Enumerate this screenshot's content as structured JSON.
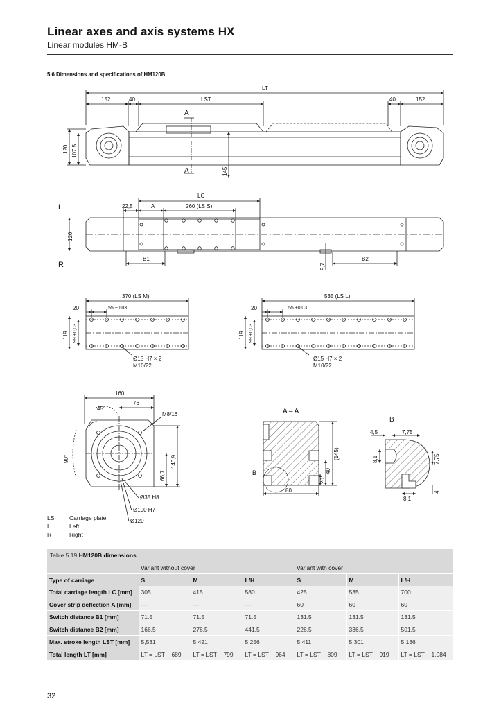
{
  "header": {
    "title": "Linear axes and axis systems HX",
    "subtitle": "Linear modules HM-B"
  },
  "section_title": "5.6 Dimensions and specifications of HM120B",
  "drawing_labels": {
    "top_view": {
      "LT": "LT",
      "LST": "LST",
      "d152a": "152",
      "d40a": "40",
      "d40b": "40",
      "d152b": "152",
      "d120": "120",
      "d107": "107,5",
      "d145": "145",
      "secA1": "A",
      "secA2": "A"
    },
    "side_view": {
      "L": "L",
      "R": "R",
      "LC": "LC",
      "d22": "22,5",
      "A": "A",
      "d260": "260 (LS S)",
      "d120": "120",
      "B1": "B1",
      "B2": "B2",
      "d97": "9,7"
    },
    "plate_m": {
      "d370": "370 (LS M)",
      "d20": "20",
      "d55": "55 ±0,03",
      "d119": "119",
      "d99": "99 ±0,03",
      "hole1": "Ø15 H7 × 2",
      "hole2": "M10/22"
    },
    "plate_l": {
      "d535": "535 (LS L)",
      "d20": "20",
      "d55": "55 ±0,03",
      "d119": "119",
      "d99": "99 ±0,03",
      "hole1": "Ø15 H7 × 2",
      "hole2": "M10/22"
    },
    "end_view": {
      "d160": "160",
      "d76": "76",
      "a45": "45°",
      "a90": "90°",
      "m816": "M8/16",
      "d1409": "140,9",
      "d667": "66,7",
      "d35": "Ø35 H8",
      "d100": "Ø100 H7",
      "d120": "Ø120"
    },
    "section_aa": {
      "title": "A – A",
      "d145": "(145)",
      "d40": "40",
      "d20": "20",
      "d80": "80",
      "B": "B"
    },
    "detail_b": {
      "title": "B",
      "d45": "4,5",
      "d775a": "7,75",
      "d81a": "8,1",
      "d775b": "7,75",
      "d81b": "8,1",
      "d4": "4"
    }
  },
  "legend": [
    {
      "key": "LS",
      "text": "Carriage plate"
    },
    {
      "key": "L",
      "text": "Left"
    },
    {
      "key": "R",
      "text": "Right"
    }
  ],
  "table": {
    "caption_prefix": "Table 5.19",
    "caption_title": "HM120B dimensions",
    "groups": [
      "Variant without cover",
      "Variant with cover"
    ],
    "header": [
      "Type of carriage",
      "S",
      "M",
      "L/H",
      "S",
      "M",
      "L/H"
    ],
    "rows": [
      {
        "label": "Total carriage length LC [mm]",
        "values": [
          "305",
          "415",
          "580",
          "425",
          "535",
          "700"
        ]
      },
      {
        "label": "Cover strip deflection A [mm]",
        "values": [
          "—",
          "—",
          "—",
          "60",
          "60",
          "60"
        ]
      },
      {
        "label": "Switch distance B1 [mm]",
        "values": [
          "71.5",
          "71.5",
          "71.5",
          "131.5",
          "131.5",
          "131.5"
        ]
      },
      {
        "label": "Switch distance B2 [mm]",
        "values": [
          "166.5",
          "276.5",
          "441.5",
          "226.5",
          "336.5",
          "501.5"
        ]
      },
      {
        "label": "Max. stroke length LST [mm]",
        "values": [
          "5,531",
          "5,421",
          "5,256",
          "5,411",
          "5,301",
          "5,136"
        ]
      },
      {
        "label": "Total length LT [mm]",
        "values": [
          "LT = LST + 689",
          "LT = LST + 799",
          "LT = LST + 964",
          "LT = LST + 809",
          "LT = LST + 919",
          "LT = LST + 1,084"
        ]
      }
    ]
  },
  "page_number": "32"
}
